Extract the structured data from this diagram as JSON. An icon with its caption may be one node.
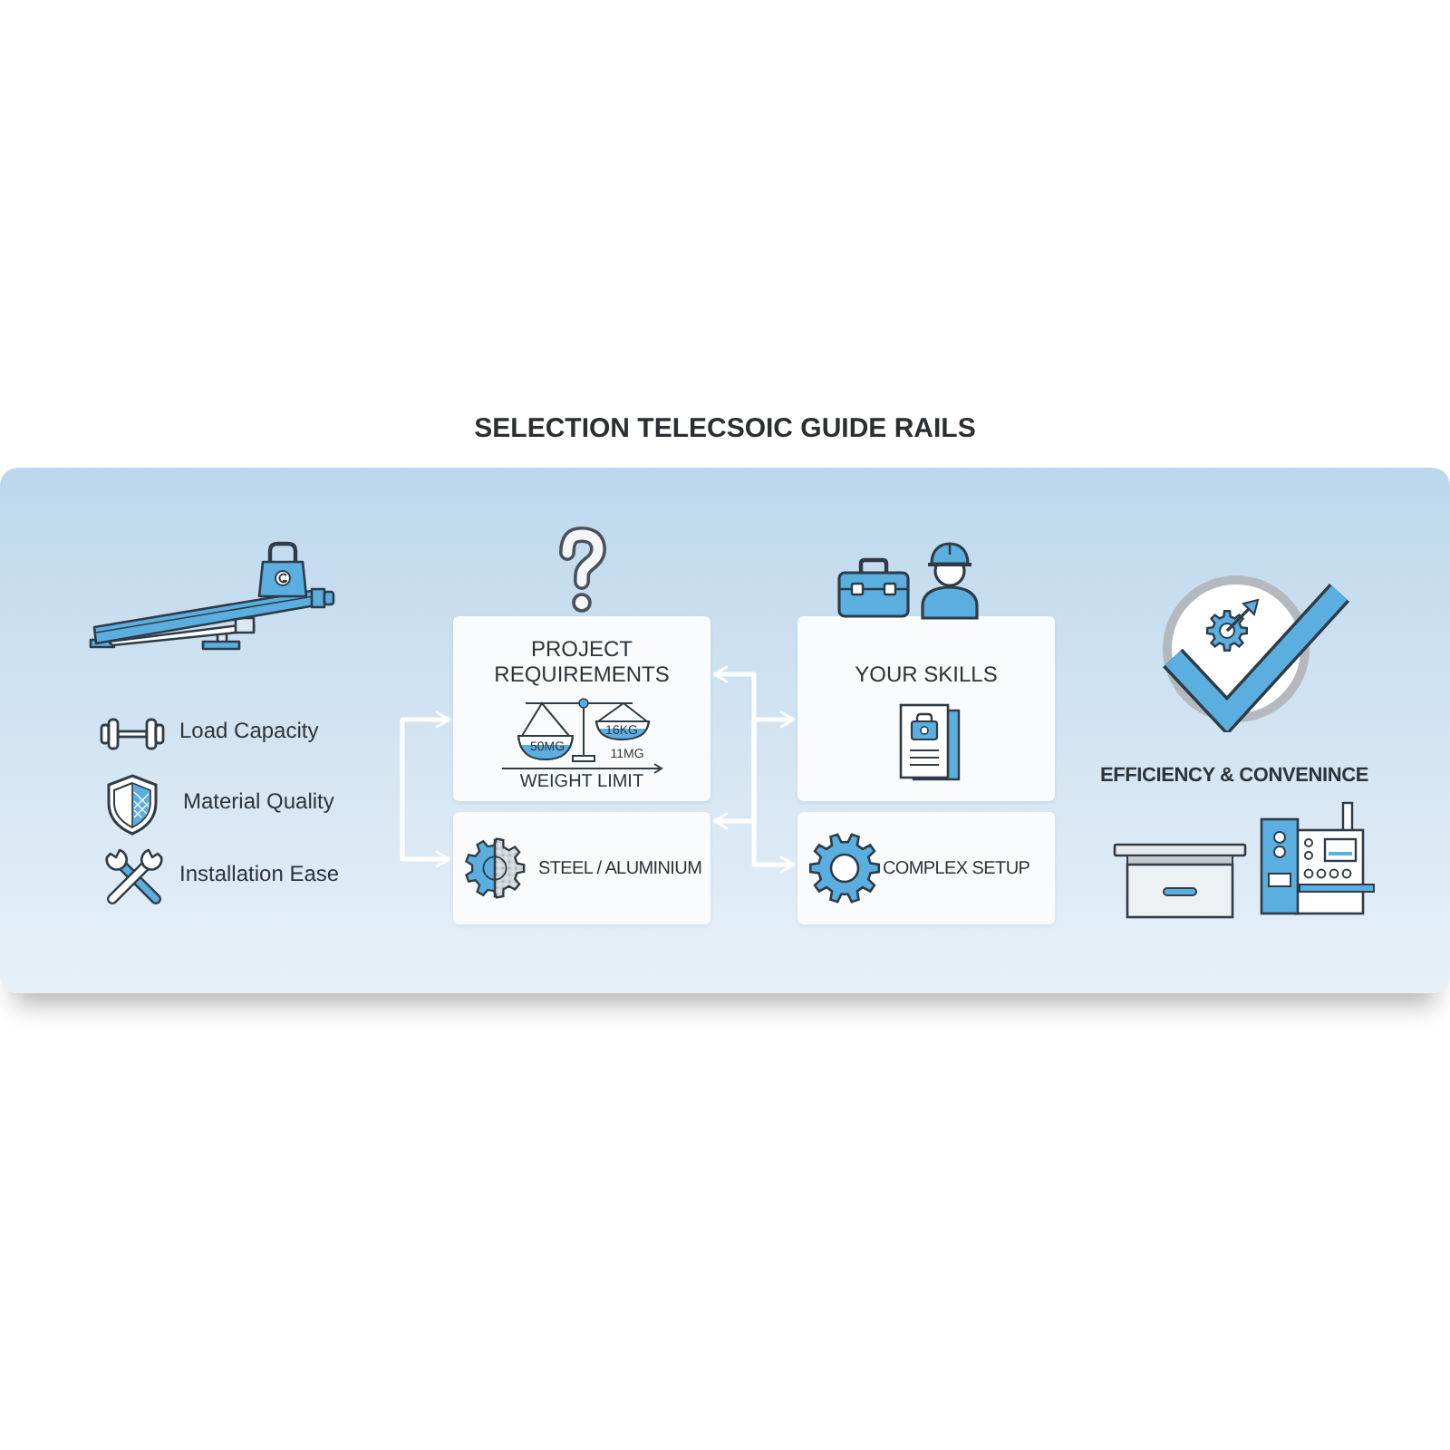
{
  "diagram": {
    "title": "SELECTION TELECSOIC GUIDE RAILS",
    "nodes": [
      {
        "text": [],
        "shape": "band"
      },
      {
        "text": [
          "PROJECT REQUIREMENTS",
          "50MG",
          "16KG",
          "11MG",
          "WEIGHT LIMIT"
        ],
        "in": 0
      },
      {
        "text": [
          "STEEL / ALUMINIUM"
        ],
        "in": 0
      },
      {
        "text": [
          "YOUR SKILLS"
        ],
        "in": 0
      },
      {
        "text": [
          "COMPLEX SETUP"
        ],
        "in": 0
      }
    ],
    "edges": [
      {
        "from": null,
        "to": 1,
        "arrow": "to"
      },
      {
        "from": null,
        "to": 2,
        "arrow": "to"
      },
      {
        "from": null,
        "to": 1,
        "arrow": "to"
      },
      {
        "from": null,
        "to": 3,
        "arrow": "to"
      },
      {
        "from": null,
        "to": 2,
        "arrow": "to"
      },
      {
        "from": null,
        "to": 4,
        "arrow": "to"
      }
    ],
    "labels": [
      "Load Capacity",
      "Material Quality",
      "Installation Ease",
      "EFFICIENCY & CONVENINCE"
    ]
  }
}
